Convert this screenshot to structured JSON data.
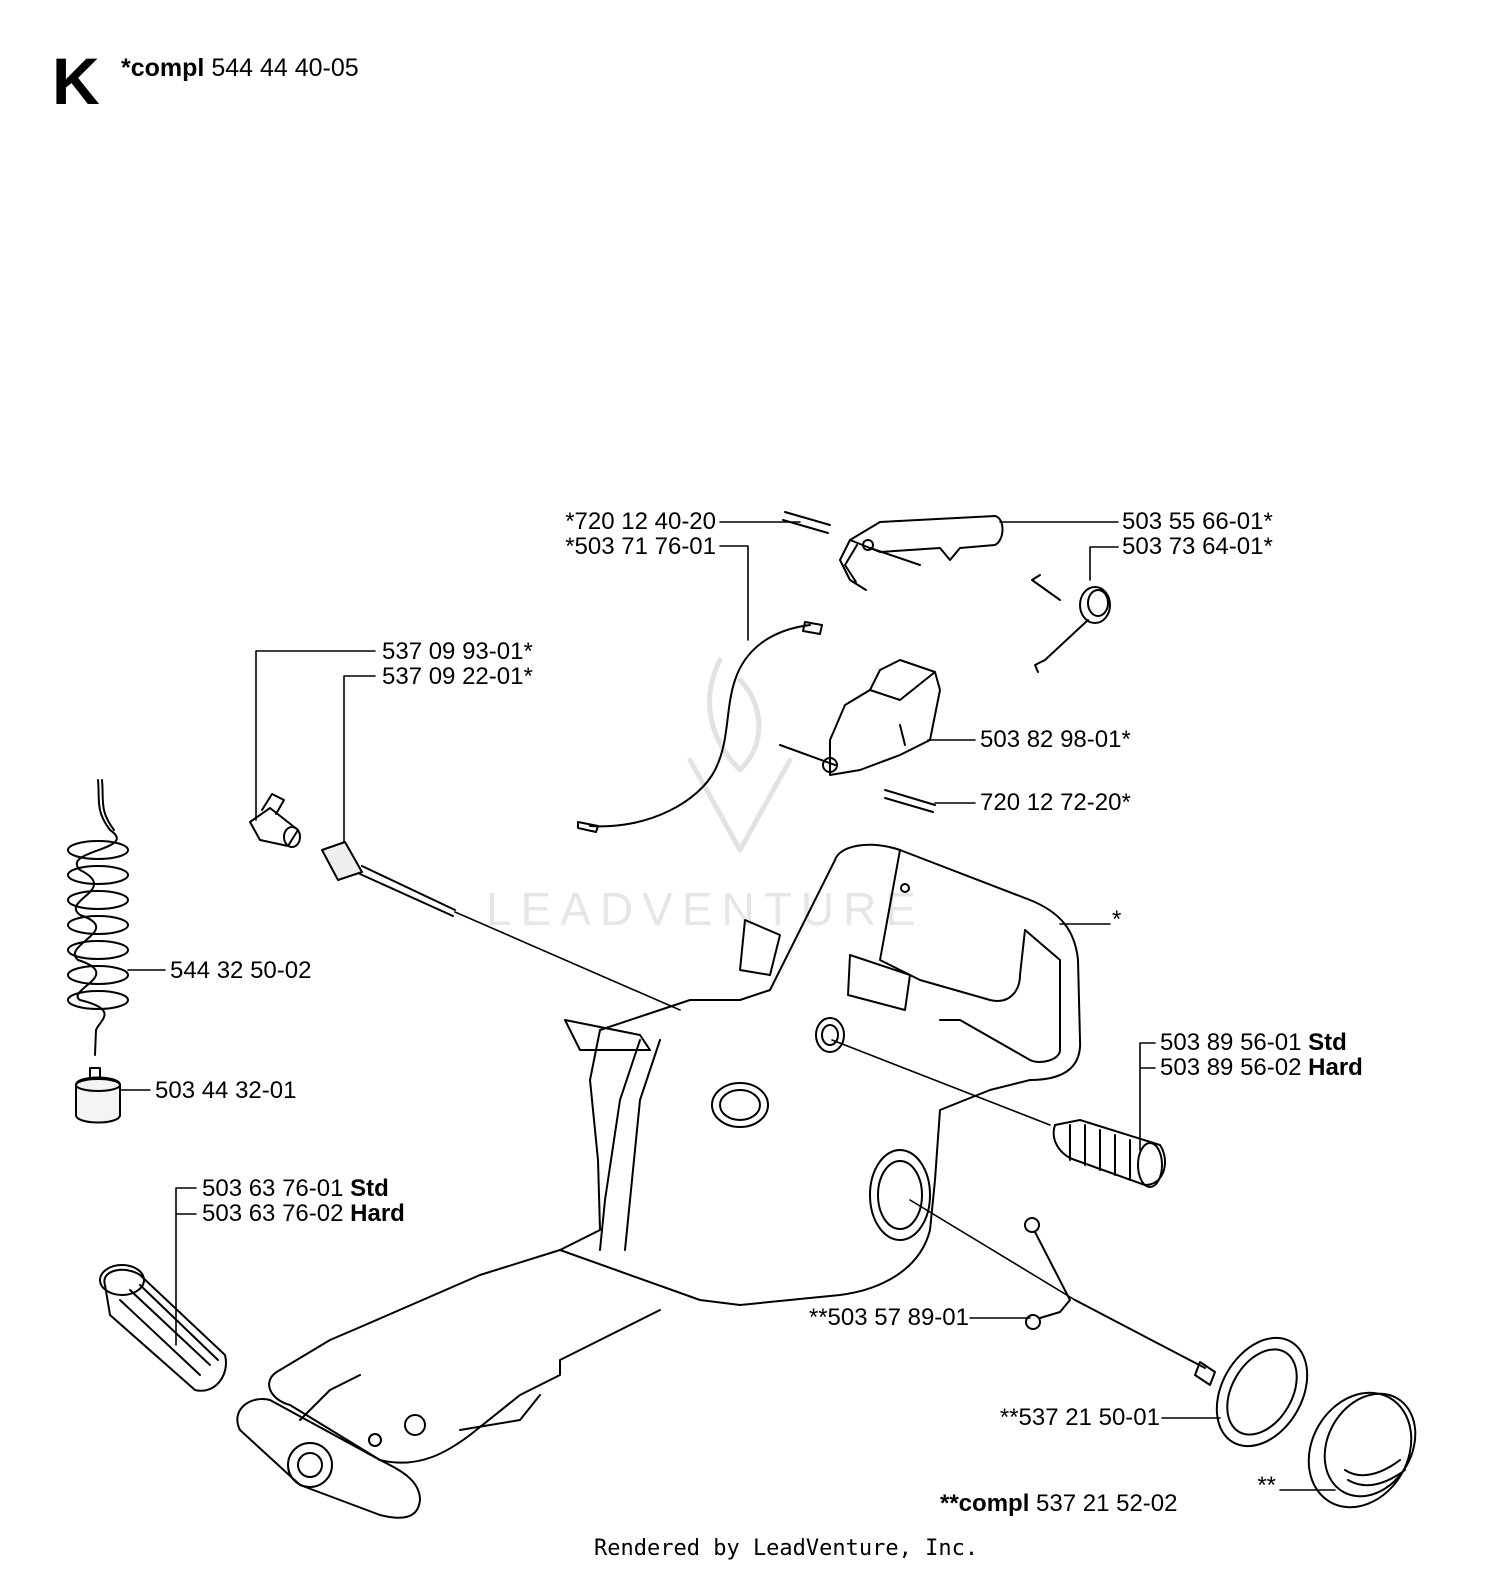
{
  "section": "K",
  "header": {
    "prefix": "*compl",
    "number": "544 44 40-05"
  },
  "watermark": "LEADVENTURE",
  "callouts": {
    "c1": "*720 12 40-20",
    "c2": "*503 71 76-01",
    "c3": "503 55 66-01*",
    "c4": "503 73 64-01*",
    "c5": "537 09 93-01*",
    "c6": "537 09 22-01*",
    "c7": "503 82 98-01*",
    "c8": "720 12 72-20*",
    "c9": "*",
    "c10": "544 32 50-02",
    "c11": "503 44 32-01",
    "c12": "503 89 56-01",
    "c13": "503 89 56-02",
    "c14": "503 63 76-01",
    "c15": "503 63 76-02",
    "std": "Std",
    "hard": "Hard",
    "c16": "**503 57 89-01",
    "c17": "**537 21 50-01",
    "c18": "**",
    "c19_prefix": "**compl",
    "c19": "537 21 52-02"
  },
  "footer": "Rendered by LeadVenture, Inc."
}
